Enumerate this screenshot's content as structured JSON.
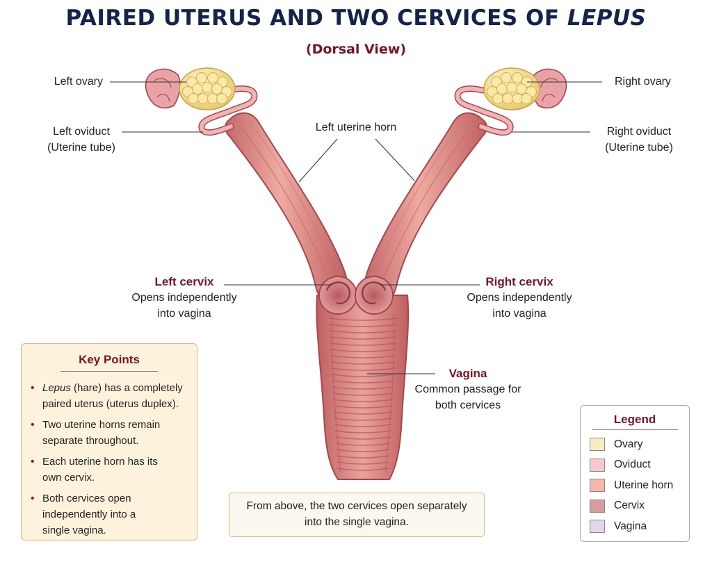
{
  "title": {
    "main": "PAIRED UTERUS AND TWO CERVICES OF ",
    "italic": "LEPUS"
  },
  "subtitle": "(Dorsal View)",
  "labels": {
    "left_ovary": "Left ovary",
    "right_ovary": "Right ovary",
    "left_oviduct": "Left oviduct",
    "left_oviduct_sub": "(Uterine tube)",
    "right_oviduct": "Right oviduct",
    "right_oviduct_sub": "(Uterine tube)",
    "left_uterine_horn": "Left uterine horn",
    "left_cervix": "Left cervix",
    "left_cervix_desc1": "Opens independently",
    "left_cervix_desc2": "into vagina",
    "right_cervix": "Right cervix",
    "right_cervix_desc1": "Opens independently",
    "right_cervix_desc2": "into vagina",
    "vagina": "Vagina",
    "vagina_desc1": "Common passage for",
    "vagina_desc2": "both cervices"
  },
  "key_points": {
    "heading": "Key Points",
    "items": [
      {
        "italic": "Lepus",
        "l1": " (hare) has a completely",
        "l2": "paired uterus (uterus duplex)."
      },
      {
        "l1": "Two uterine horns remain",
        "l2": "separate throughout."
      },
      {
        "l1": "Each uterine horn has its",
        "l2": "own cervix."
      },
      {
        "l1": "Both cervices open",
        "l2": "independently into a",
        "l3": "single vagina."
      }
    ]
  },
  "summary": {
    "line1": "From above, the two cervices open separately",
    "line2": "into the single vagina."
  },
  "legend": {
    "heading": "Legend",
    "items": [
      {
        "label": "Ovary",
        "color": "#f8edc2"
      },
      {
        "label": "Oviduct",
        "color": "#f6c9cf"
      },
      {
        "label": "Uterine horn",
        "color": "#f5b9aa"
      },
      {
        "label": "Cervix",
        "color": "#d99aa0"
      },
      {
        "label": "Vagina",
        "color": "#e6d3ee"
      }
    ]
  },
  "colors": {
    "title": "#13234a",
    "accent": "#7a1424",
    "tissue_fill": "#e39a94",
    "tissue_dark": "#a5474c",
    "ovary": "#f1d98a"
  }
}
